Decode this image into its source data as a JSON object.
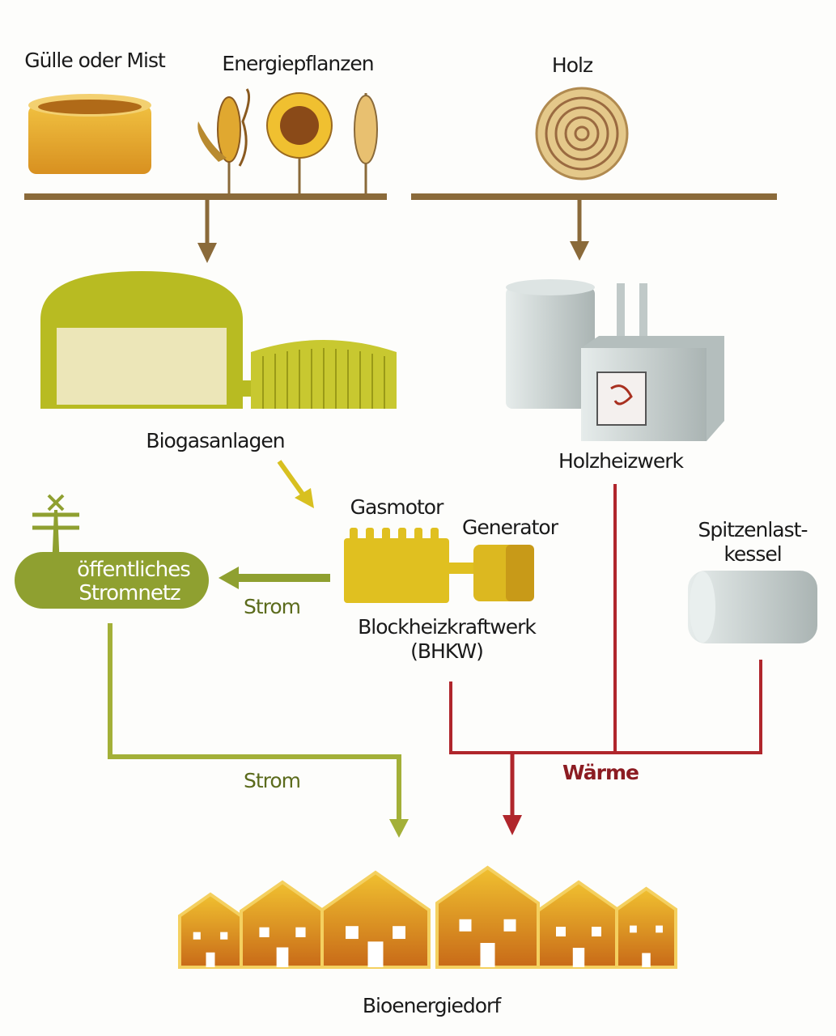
{
  "labels": {
    "manure": "Gülle oder Mist",
    "energy_crops": "Energiepflanzen",
    "wood": "Holz",
    "biogas_plants": "Biogasanlagen",
    "wood_heating_plant": "Holzheizwerk",
    "gas_engine": "Gasmotor",
    "generator": "Generator",
    "chp_line1": "Blockheizkraftwerk",
    "chp_line2": "(BHKW)",
    "peak_boiler_line1": "Spitzenlast-",
    "peak_boiler_line2": "kessel",
    "public_grid_line1": "öffentliches",
    "public_grid_line2": "Stromnetz",
    "power_1": "Strom",
    "power_2": "Strom",
    "heat": "Wärme",
    "village": "Bioenergiedorf"
  },
  "colors": {
    "feed_line": "#8a6a3a",
    "power": "#9aaa30",
    "heat": "#b0262c",
    "biogas": "#b8bb22",
    "chp": "#e0c020",
    "gray_plant": "#c9d1d0",
    "houses": "#d99a20"
  }
}
